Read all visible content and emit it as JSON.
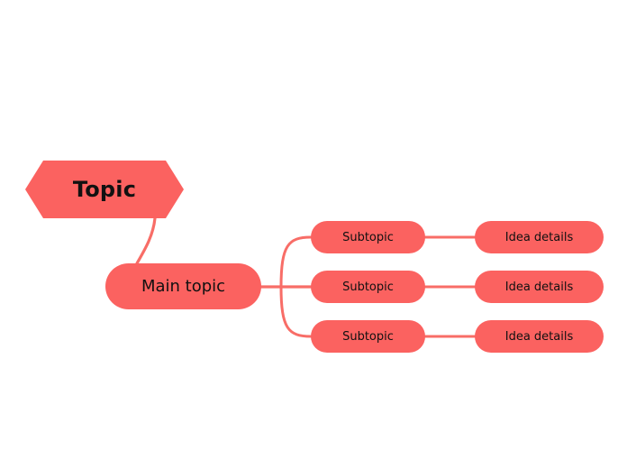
{
  "diagram": {
    "type": "mind-map",
    "background": "#ffffff",
    "node_fill": "#fb6260",
    "edge_color": "#f86d67",
    "text_color": "#111111",
    "root": {
      "label": "Topic",
      "shape": "hexagon"
    },
    "main": {
      "label": "Main topic",
      "shape": "pill"
    },
    "branches": [
      {
        "subtopic": "Subtopic",
        "detail": "Idea details"
      },
      {
        "subtopic": "Subtopic",
        "detail": "Idea details"
      },
      {
        "subtopic": "Subtopic",
        "detail": "Idea details"
      }
    ]
  }
}
